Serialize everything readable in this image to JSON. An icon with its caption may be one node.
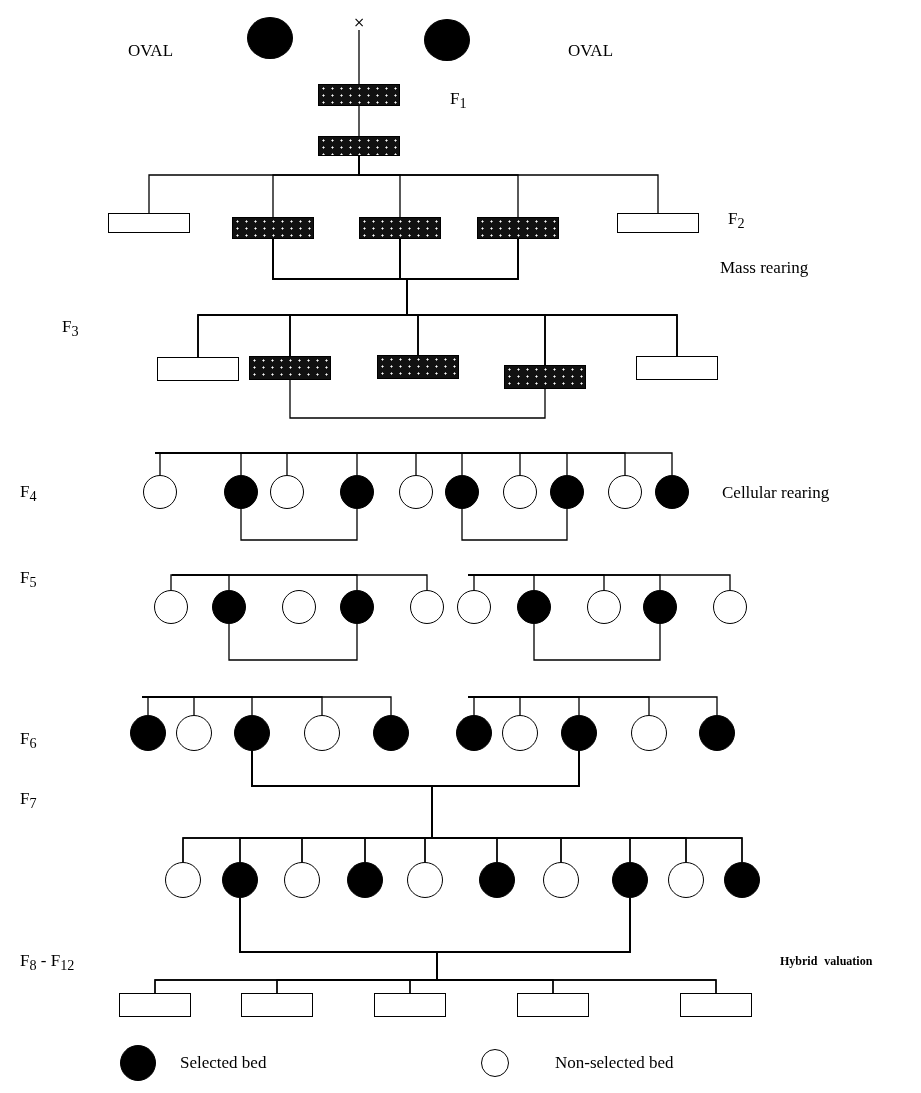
{
  "diagram": {
    "nodes": [
      {
        "text": [],
        "shape": "circle"
      },
      {
        "text": [
          "×"
        ]
      },
      {
        "text": [],
        "shape": "circle"
      },
      {
        "text": [],
        "shape": "box"
      },
      {
        "text": [],
        "shape": "box"
      },
      {
        "text": [],
        "shape": "box"
      },
      {
        "text": [],
        "shape": "box"
      },
      {
        "text": [],
        "shape": "box"
      },
      {
        "text": [],
        "shape": "box"
      },
      {
        "text": [],
        "shape": "box"
      },
      {
        "text": [],
        "shape": "box"
      },
      {
        "text": [],
        "shape": "box"
      },
      {
        "text": [],
        "shape": "box"
      },
      {
        "text": [],
        "shape": "box"
      },
      {
        "text": [],
        "shape": "box"
      },
      {
        "text": [],
        "shape": "circle"
      },
      {
        "text": [],
        "shape": "circle"
      },
      {
        "text": [],
        "shape": "circle"
      },
      {
        "text": [],
        "shape": "circle"
      },
      {
        "text": [],
        "shape": "circle"
      },
      {
        "text": [],
        "shape": "circle"
      },
      {
        "text": [],
        "shape": "circle"
      },
      {
        "text": [],
        "shape": "circle"
      },
      {
        "text": [],
        "shape": "circle"
      },
      {
        "text": [],
        "shape": "circle"
      },
      {
        "text": [],
        "shape": "circle"
      },
      {
        "text": [],
        "shape": "circle"
      },
      {
        "text": [],
        "shape": "circle"
      },
      {
        "text": [],
        "shape": "circle"
      },
      {
        "text": [],
        "shape": "circle"
      },
      {
        "text": [],
        "shape": "circle"
      },
      {
        "text": [],
        "shape": "circle"
      },
      {
        "text": [],
        "shape": "circle"
      },
      {
        "text": [],
        "shape": "circle"
      },
      {
        "text": [],
        "shape": "circle"
      },
      {
        "text": [],
        "shape": "circle"
      },
      {
        "text": [],
        "shape": "circle"
      },
      {
        "text": [],
        "shape": "circle"
      },
      {
        "text": [],
        "shape": "circle"
      },
      {
        "text": [],
        "shape": "circle"
      },
      {
        "text": [],
        "shape": "circle"
      },
      {
        "text": [],
        "shape": "circle"
      },
      {
        "text": [],
        "shape": "circle"
      },
      {
        "text": [],
        "shape": "circle"
      },
      {
        "text": [],
        "shape": "circle"
      },
      {
        "text": [],
        "shape": "circle"
      },
      {
        "text": [],
        "shape": "circle"
      },
      {
        "text": [],
        "shape": "circle"
      },
      {
        "text": [],
        "shape": "circle"
      },
      {
        "text": [],
        "shape": "circle"
      },
      {
        "text": [],
        "shape": "circle"
      },
      {
        "text": [],
        "shape": "circle"
      },
      {
        "text": [],
        "shape": "circle"
      },
      {
        "text": [],
        "shape": "circle"
      },
      {
        "text": [],
        "shape": "circle"
      },
      {
        "text": [],
        "shape": "box"
      },
      {
        "text": [],
        "shape": "box"
      },
      {
        "text": [],
        "shape": "box"
      },
      {
        "text": [],
        "shape": "box"
      },
      {
        "text": [],
        "shape": "box"
      }
    ],
    "edges": [
      {
        "from": 1,
        "to": 3,
        "arrow": "none"
      },
      {
        "from": 3,
        "to": 4,
        "arrow": "none"
      },
      {
        "from": 4,
        "to": 5,
        "arrow": "none"
      },
      {
        "from": 4,
        "to": 6,
        "arrow": "none"
      },
      {
        "from": 4,
        "to": 7,
        "arrow": "none"
      },
      {
        "from": 4,
        "to": 8,
        "arrow": "none"
      },
      {
        "from": 4,
        "to": 9,
        "arrow": "none"
      },
      {
        "from": 6,
        "to": 10,
        "arrow": "none"
      },
      {
        "from": 6,
        "to": 11,
        "arrow": "none"
      },
      {
        "from": 6,
        "to": 12,
        "arrow": "none"
      },
      {
        "from": 6,
        "to": 13,
        "arrow": "none"
      },
      {
        "from": 6,
        "to": 14,
        "arrow": "none"
      },
      {
        "from": 7,
        "to": 10,
        "arrow": "none"
      },
      {
        "from": 7,
        "to": 11,
        "arrow": "none"
      },
      {
        "from": 7,
        "to": 12,
        "arrow": "none"
      },
      {
        "from": 7,
        "to": 13,
        "arrow": "none"
      },
      {
        "from": 7,
        "to": 14,
        "arrow": "none"
      },
      {
        "from": 8,
        "to": 10,
        "arrow": "none"
      },
      {
        "from": 8,
        "to": 11,
        "arrow": "none"
      },
      {
        "from": 8,
        "to": 12,
        "arrow": "none"
      },
      {
        "from": 8,
        "to": 13,
        "arrow": "none"
      },
      {
        "from": 8,
        "to": 14,
        "arrow": "none"
      },
      {
        "from": 11,
        "to": 13,
        "arrow": "none"
      },
      {
        "from": null,
        "to": 15,
        "arrow": "none"
      },
      {
        "from": null,
        "to": 16,
        "arrow": "none"
      },
      {
        "from": null,
        "to": 17,
        "arrow": "none"
      },
      {
        "from": null,
        "to": 18,
        "arrow": "none"
      },
      {
        "from": null,
        "to": 19,
        "arrow": "none"
      },
      {
        "from": null,
        "to": 20,
        "arrow": "none"
      },
      {
        "from": null,
        "to": 21,
        "arrow": "none"
      },
      {
        "from": null,
        "to": 22,
        "arrow": "none"
      },
      {
        "from": null,
        "to": 23,
        "arrow": "none"
      },
      {
        "from": null,
        "to": 24,
        "arrow": "none"
      },
      {
        "from": 16,
        "to": 18,
        "arrow": "none"
      },
      {
        "from": 20,
        "to": 22,
        "arrow": "none"
      },
      {
        "from": null,
        "to": 25,
        "arrow": "none"
      },
      {
        "from": null,
        "to": 26,
        "arrow": "none"
      },
      {
        "from": null,
        "to": 28,
        "arrow": "none"
      },
      {
        "from": null,
        "to": 29,
        "arrow": "none"
      },
      {
        "from": null,
        "to": 30,
        "arrow": "none"
      },
      {
        "from": null,
        "to": 31,
        "arrow": "none"
      },
      {
        "from": null,
        "to": 32,
        "arrow": "none"
      },
      {
        "from": null,
        "to": 33,
        "arrow": "none"
      },
      {
        "from": null,
        "to": 34,
        "arrow": "none"
      },
      {
        "from": 26,
        "to": 28,
        "arrow": "none"
      },
      {
        "from": 31,
        "to": 33,
        "arrow": "none"
      },
      {
        "from": null,
        "to": 35,
        "arrow": "none"
      },
      {
        "from": null,
        "to": 36,
        "arrow": "none"
      },
      {
        "from": null,
        "to": 37,
        "arrow": "none"
      },
      {
        "from": null,
        "to": 38,
        "arrow": "none"
      },
      {
        "from": null,
        "to": 39,
        "arrow": "none"
      },
      {
        "from": null,
        "to": 40,
        "arrow": "none"
      },
      {
        "from": null,
        "to": 41,
        "arrow": "none"
      },
      {
        "from": null,
        "to": 42,
        "arrow": "none"
      },
      {
        "from": null,
        "to": 43,
        "arrow": "none"
      },
      {
        "from": null,
        "to": 44,
        "arrow": "none"
      },
      {
        "from": 37,
        "to": 45,
        "arrow": "none"
      },
      {
        "from": 37,
        "to": 46,
        "arrow": "none"
      },
      {
        "from": 37,
        "to": 47,
        "arrow": "none"
      },
      {
        "from": 37,
        "to": 48,
        "arrow": "none"
      },
      {
        "from": 37,
        "to": 49,
        "arrow": "none"
      },
      {
        "from": 37,
        "to": 50,
        "arrow": "none"
      },
      {
        "from": 37,
        "to": 51,
        "arrow": "none"
      },
      {
        "from": 37,
        "to": 52,
        "arrow": "none"
      },
      {
        "from": 37,
        "to": 53,
        "arrow": "none"
      },
      {
        "from": 37,
        "to": 54,
        "arrow": "none"
      },
      {
        "from": 42,
        "to": 45,
        "arrow": "none"
      },
      {
        "from": 42,
        "to": 46,
        "arrow": "none"
      },
      {
        "from": 42,
        "to": 47,
        "arrow": "none"
      },
      {
        "from": 42,
        "to": 48,
        "arrow": "none"
      },
      {
        "from": 42,
        "to": 49,
        "arrow": "none"
      },
      {
        "from": 42,
        "to": 50,
        "arrow": "none"
      },
      {
        "from": 42,
        "to": 51,
        "arrow": "none"
      },
      {
        "from": 42,
        "to": 52,
        "arrow": "none"
      },
      {
        "from": 42,
        "to": 53,
        "arrow": "none"
      },
      {
        "from": 42,
        "to": 54,
        "arrow": "none"
      },
      {
        "from": 46,
        "to": 55,
        "arrow": "none"
      },
      {
        "from": 46,
        "to": 56,
        "arrow": "none"
      },
      {
        "from": 46,
        "to": 57,
        "arrow": "none"
      },
      {
        "from": 46,
        "to": 58,
        "arrow": "none"
      },
      {
        "from": 46,
        "to": 59,
        "arrow": "none"
      },
      {
        "from": 52,
        "to": 55,
        "arrow": "none"
      },
      {
        "from": 52,
        "to": 56,
        "arrow": "none"
      },
      {
        "from": 52,
        "to": 57,
        "arrow": "none"
      },
      {
        "from": 52,
        "to": 58,
        "arrow": "none"
      },
      {
        "from": 52,
        "to": 59,
        "arrow": "none"
      }
    ],
    "labels": [
      "OVAL",
      "OVAL",
      "F$_{1}$",
      "F$_{2}$",
      "Mass rearing",
      "F$_{3}$",
      "F$_{4}$",
      "Cellular rearing",
      "F$_{5}$",
      "F$_{6}$",
      "F$_{7}$",
      "F$_{8}$ - F$_{12}$",
      "Hybrid valuation"
    ],
    "legend": [
      {
        "text": "Selected bed"
      },
      {
        "text": "Non-selected bed"
      }
    ]
  }
}
